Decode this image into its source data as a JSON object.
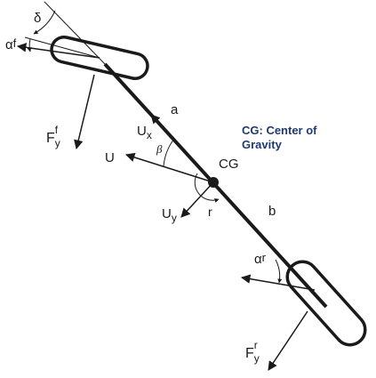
{
  "diagram": {
    "annotation_line1": "CG: Center of",
    "annotation_line2": "Gravity",
    "labels": {
      "delta": "δ",
      "alpha_f": "α",
      "alpha_f_sub": "f",
      "alpha_r": "α",
      "alpha_r_sub": "r",
      "a": "a",
      "b": "b",
      "cg": "CG",
      "U": "U",
      "Ux": "U",
      "Ux_sub": "x",
      "Uy": "U",
      "Uy_sub": "y",
      "beta": "β",
      "r": "r",
      "Fyf": "F",
      "Fyf_sub": "y",
      "Fyf_sup": "f",
      "Fyr": "F",
      "Fyr_sub": "y",
      "Fyr_sup": "r"
    },
    "colors": {
      "ink": "#1a1a1a",
      "annotation": "#1f3a6e"
    }
  }
}
